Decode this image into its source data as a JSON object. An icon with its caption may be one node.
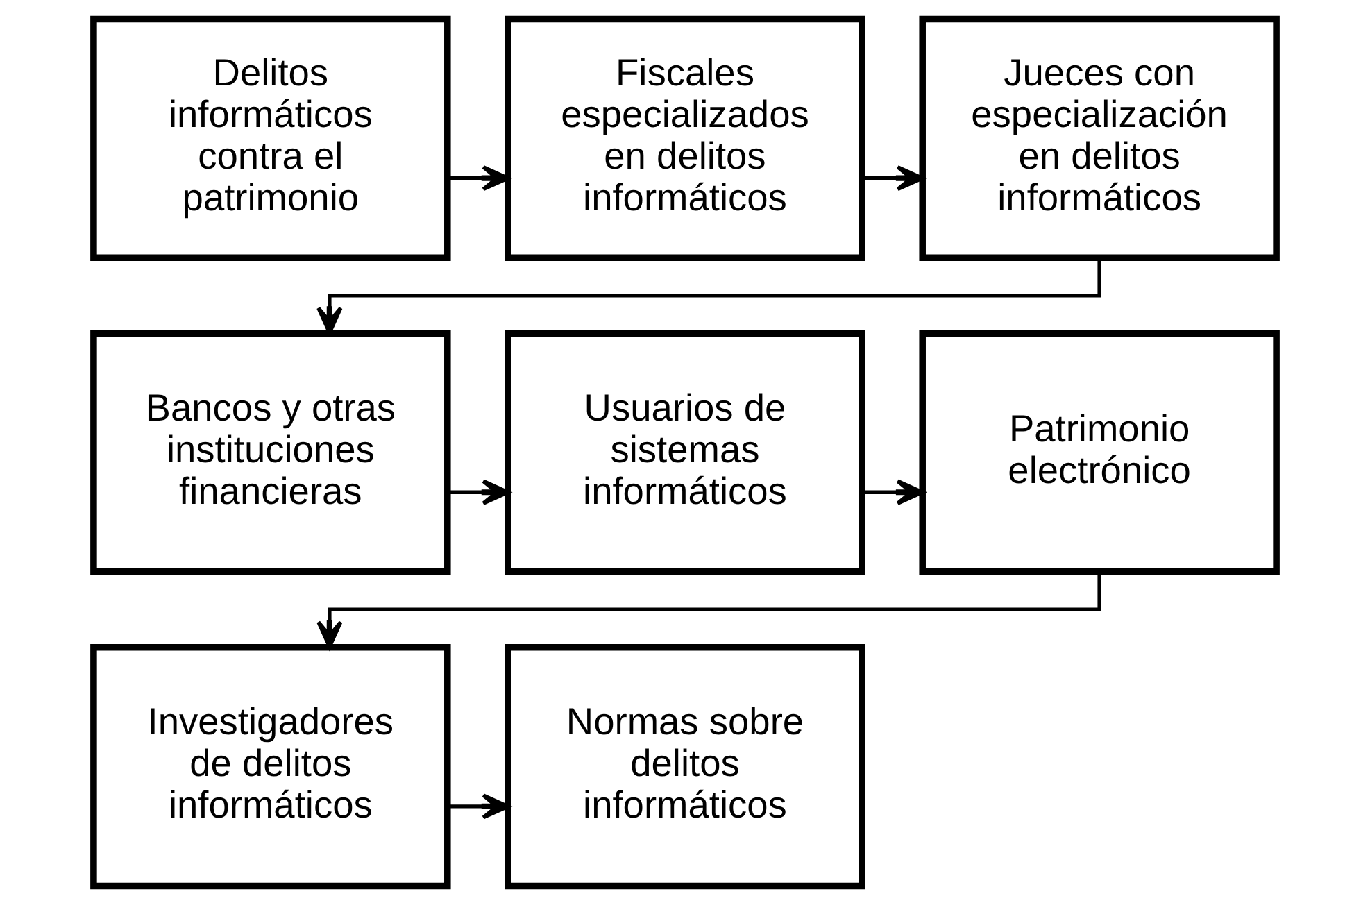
{
  "diagram": {
    "nodes": [
      {
        "text": [
          "Delitos informáticos contra el patrimonio"
        ]
      },
      {
        "text": [
          "Fiscales especializados en delitos informáticos"
        ]
      },
      {
        "text": [
          "Jueces con especialización en delitos informáticos"
        ]
      },
      {
        "text": [
          "Bancos y otras instituciones financieras"
        ]
      },
      {
        "text": [
          "Usuarios de sistemas informáticos"
        ]
      },
      {
        "text": [
          "Patrimonio electrónico"
        ]
      },
      {
        "text": [
          "Investigadores de delitos informáticos"
        ]
      },
      {
        "text": [
          "Normas sobre delitos informáticos"
        ]
      }
    ],
    "edges": [
      {
        "from": 0,
        "to": 1,
        "arrow": "to"
      },
      {
        "from": 1,
        "to": 2,
        "arrow": "to"
      },
      {
        "from": 2,
        "to": 3,
        "arrow": "to"
      },
      {
        "from": 3,
        "to": 4,
        "arrow": "to"
      },
      {
        "from": 4,
        "to": 5,
        "arrow": "to"
      },
      {
        "from": 5,
        "to": 6,
        "arrow": "to"
      },
      {
        "from": 6,
        "to": 7,
        "arrow": "to"
      }
    ]
  }
}
